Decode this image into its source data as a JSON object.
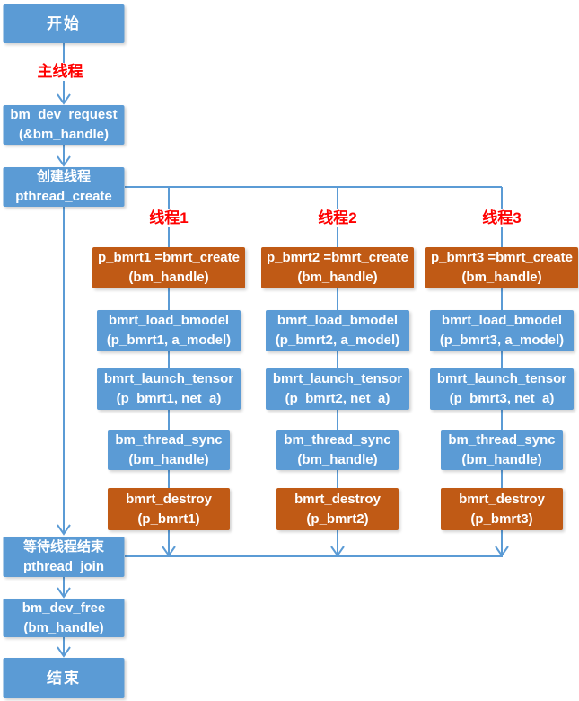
{
  "colors": {
    "node_blue": "#5B9BD5",
    "node_orange": "#C05A15",
    "connector": "#5B9BD5",
    "label_red": "#FF0000",
    "node_text": "#FFFFFF"
  },
  "labels": {
    "main_thread": "主线程"
  },
  "main_flow": {
    "start": {
      "line1": "开始"
    },
    "dev_request": {
      "line1": "bm_dev_request",
      "line2": "(&bm_handle)"
    },
    "create_thread": {
      "line1": "创建线程",
      "line2": "pthread_create"
    },
    "join": {
      "line1": "等待线程结束",
      "line2": "pthread_join"
    },
    "dev_free": {
      "line1": "bm_dev_free",
      "line2": "(bm_handle)"
    },
    "end": {
      "line1": "结束"
    }
  },
  "threads": [
    {
      "label": "线程1",
      "create": {
        "line1": "p_bmrt1 =bmrt_create",
        "line2": "(bm_handle)"
      },
      "load": {
        "line1": "bmrt_load_bmodel",
        "line2": "(p_bmrt1, a_model)"
      },
      "launch": {
        "line1": "bmrt_launch_tensor",
        "line2": "(p_bmrt1, net_a)"
      },
      "sync": {
        "line1": "bm_thread_sync",
        "line2": "(bm_handle)"
      },
      "destroy": {
        "line1": "bmrt_destroy",
        "line2": "(p_bmrt1)"
      }
    },
    {
      "label": "线程2",
      "create": {
        "line1": "p_bmrt2 =bmrt_create",
        "line2": "(bm_handle)"
      },
      "load": {
        "line1": "bmrt_load_bmodel",
        "line2": "(p_bmrt2, a_model)"
      },
      "launch": {
        "line1": "bmrt_launch_tensor",
        "line2": "(p_bmrt2, net_a)"
      },
      "sync": {
        "line1": "bm_thread_sync",
        "line2": "(bm_handle)"
      },
      "destroy": {
        "line1": "bmrt_destroy",
        "line2": "(p_bmrt2)"
      }
    },
    {
      "label": "线程3",
      "create": {
        "line1": "p_bmrt3 =bmrt_create",
        "line2": "(bm_handle)"
      },
      "load": {
        "line1": "bmrt_load_bmodel",
        "line2": "(p_bmrt3, a_model)"
      },
      "launch": {
        "line1": "bmrt_launch_tensor",
        "line2": "(p_bmrt3, net_a)"
      },
      "sync": {
        "line1": "bm_thread_sync",
        "line2": "(bm_handle)"
      },
      "destroy": {
        "line1": "bmrt_destroy",
        "line2": "(p_bmrt3)"
      }
    }
  ]
}
